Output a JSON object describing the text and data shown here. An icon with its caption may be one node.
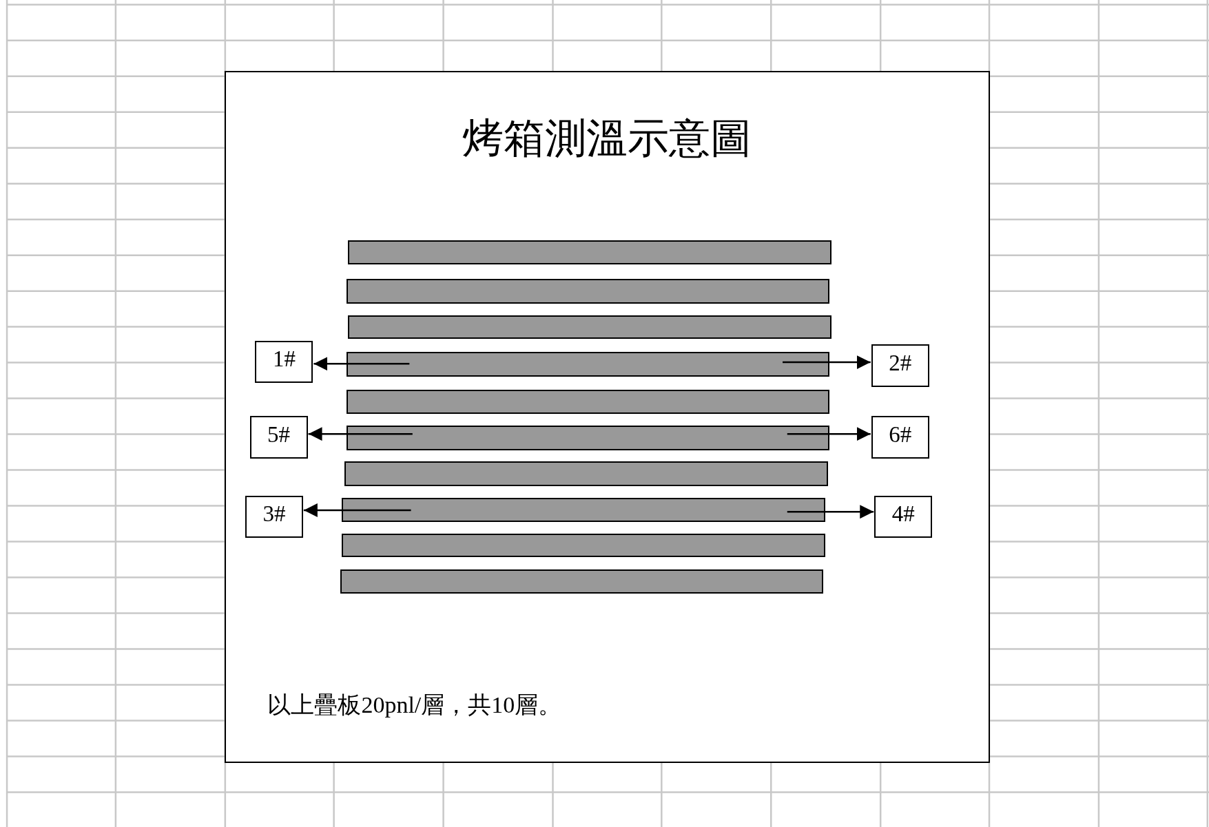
{
  "diagram": {
    "nodes": [
      {
        "text": [
          "烤箱測溫示意圖",
          "以上疊板20pnl/層，共10層。"
        ]
      },
      {
        "text": [],
        "shape": "bar",
        "in": 0
      },
      {
        "text": [],
        "shape": "bar",
        "in": 0
      },
      {
        "text": [],
        "shape": "bar",
        "in": 0
      },
      {
        "text": [],
        "shape": "bar",
        "in": 0
      },
      {
        "text": [],
        "shape": "bar",
        "in": 0
      },
      {
        "text": [],
        "shape": "bar",
        "in": 0
      },
      {
        "text": [],
        "shape": "bar",
        "in": 0
      },
      {
        "text": [],
        "shape": "bar",
        "in": 0
      },
      {
        "text": [],
        "shape": "bar",
        "in": 0
      },
      {
        "text": [],
        "shape": "bar",
        "in": 0
      },
      {
        "text": [
          "1#"
        ],
        "in": 0
      },
      {
        "text": [
          "2#"
        ],
        "in": 0
      },
      {
        "text": [
          "5#"
        ],
        "in": 0
      },
      {
        "text": [
          "6#"
        ],
        "in": 0
      },
      {
        "text": [
          "3#"
        ],
        "in": 0
      },
      {
        "text": [
          "4#"
        ],
        "in": 0
      }
    ],
    "edges": [
      {
        "from": 4,
        "to": 11,
        "arrow": "to"
      },
      {
        "from": 4,
        "to": 12,
        "arrow": "to"
      },
      {
        "from": 6,
        "to": 13,
        "arrow": "to"
      },
      {
        "from": 6,
        "to": 14,
        "arrow": "to"
      },
      {
        "from": 8,
        "to": 15,
        "arrow": "to"
      },
      {
        "from": 8,
        "to": 16,
        "arrow": "to"
      }
    ]
  }
}
